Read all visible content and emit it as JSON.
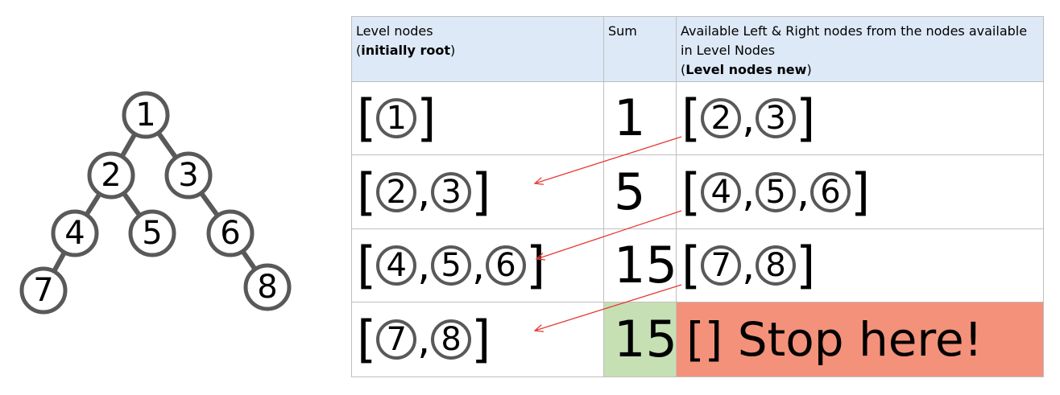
{
  "tree": {
    "nodes": [
      {
        "id": "1",
        "label": "1"
      },
      {
        "id": "2",
        "label": "2"
      },
      {
        "id": "3",
        "label": "3"
      },
      {
        "id": "4",
        "label": "4"
      },
      {
        "id": "5",
        "label": "5"
      },
      {
        "id": "6",
        "label": "6"
      },
      {
        "id": "7",
        "label": "7"
      },
      {
        "id": "8",
        "label": "8"
      }
    ],
    "edges": [
      [
        "1",
        "2"
      ],
      [
        "1",
        "3"
      ],
      [
        "2",
        "4"
      ],
      [
        "2",
        "5"
      ],
      [
        "3",
        "6"
      ],
      [
        "4",
        "7"
      ],
      [
        "6",
        "8"
      ]
    ]
  },
  "table": {
    "header": {
      "level_title": "Level nodes",
      "level_sub_open": "(",
      "level_sub_bold": "initially root",
      "level_sub_close": ")",
      "sum": "Sum",
      "avail_title": "Available Left & Right nodes from the nodes available in Level Nodes",
      "avail_sub_open": "(",
      "avail_sub_bold": "Level nodes new",
      "avail_sub_close": ")"
    },
    "rows": [
      {
        "level": [
          "1"
        ],
        "sum": "1",
        "next": [
          "2",
          "3"
        ]
      },
      {
        "level": [
          "2",
          "3"
        ],
        "sum": "5",
        "next": [
          "4",
          "5",
          "6"
        ]
      },
      {
        "level": [
          "4",
          "5",
          "6"
        ],
        "sum": "15",
        "next": [
          "7",
          "8"
        ]
      },
      {
        "level": [
          "7",
          "8"
        ],
        "sum": "15",
        "stop": "[] Stop here!"
      }
    ],
    "colors": {
      "header_bg": "#dde9f6",
      "final_sum_bg": "#c6e0b4",
      "stop_bg": "#f4917a",
      "arrow": "#e53935",
      "node_stroke": "#595959"
    }
  }
}
